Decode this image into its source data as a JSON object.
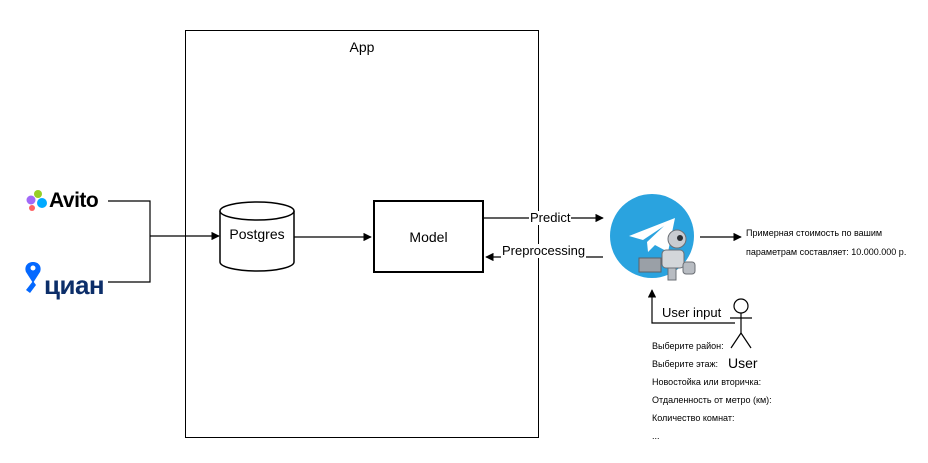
{
  "app": {
    "title": "App"
  },
  "sources": {
    "avito": "Avito",
    "cian": "циан"
  },
  "database": {
    "label": "Postgres"
  },
  "model": {
    "label": "Model"
  },
  "edges": {
    "predict": "Predict",
    "preprocessing": "Preprocessing",
    "user_input": "User input"
  },
  "bot": {
    "icon": "telegram-robot-icon",
    "color": "#2aa3df"
  },
  "result": {
    "text": "Примерная стоимость по вашим параметрам составляет: 10.000.000 р."
  },
  "user": {
    "label": "User"
  },
  "prompts": [
    "Выберите район:",
    "Выберите этаж:",
    "Новостойка или вторичка:",
    "Отдаленность от метро (км):",
    "Количество комнат:",
    "..."
  ]
}
